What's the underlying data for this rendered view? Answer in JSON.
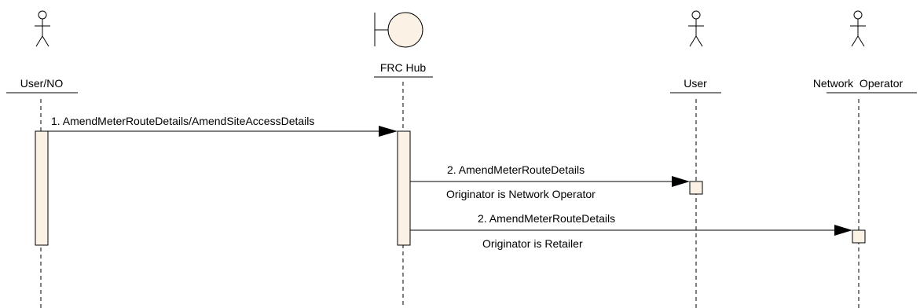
{
  "colors": {
    "line": "#000000",
    "activation_fill": "#FBF1E4",
    "boundary_fill": "#FBF1E4",
    "background": "#FFFFFF"
  },
  "lifelines": [
    {
      "id": "user-no",
      "label": "User/NO",
      "kind": "actor"
    },
    {
      "id": "frc-hub",
      "label": "FRC Hub",
      "kind": "boundary"
    },
    {
      "id": "user",
      "label": "User",
      "kind": "actor"
    },
    {
      "id": "network-operator",
      "label": "Network  Operator",
      "kind": "actor"
    }
  ],
  "messages": [
    {
      "label": "1. AmendMeterRouteDetails/AmendSiteAccessDetails",
      "from": "user-no",
      "to": "frc-hub"
    },
    {
      "label": "2. AmendMeterRouteDetails",
      "note": "Originator is Network Operator",
      "from": "frc-hub",
      "to": "user"
    },
    {
      "label": "2. AmendMeterRouteDetails",
      "note": "Originator is Retailer",
      "from": "frc-hub",
      "to": "network-operator"
    }
  ]
}
